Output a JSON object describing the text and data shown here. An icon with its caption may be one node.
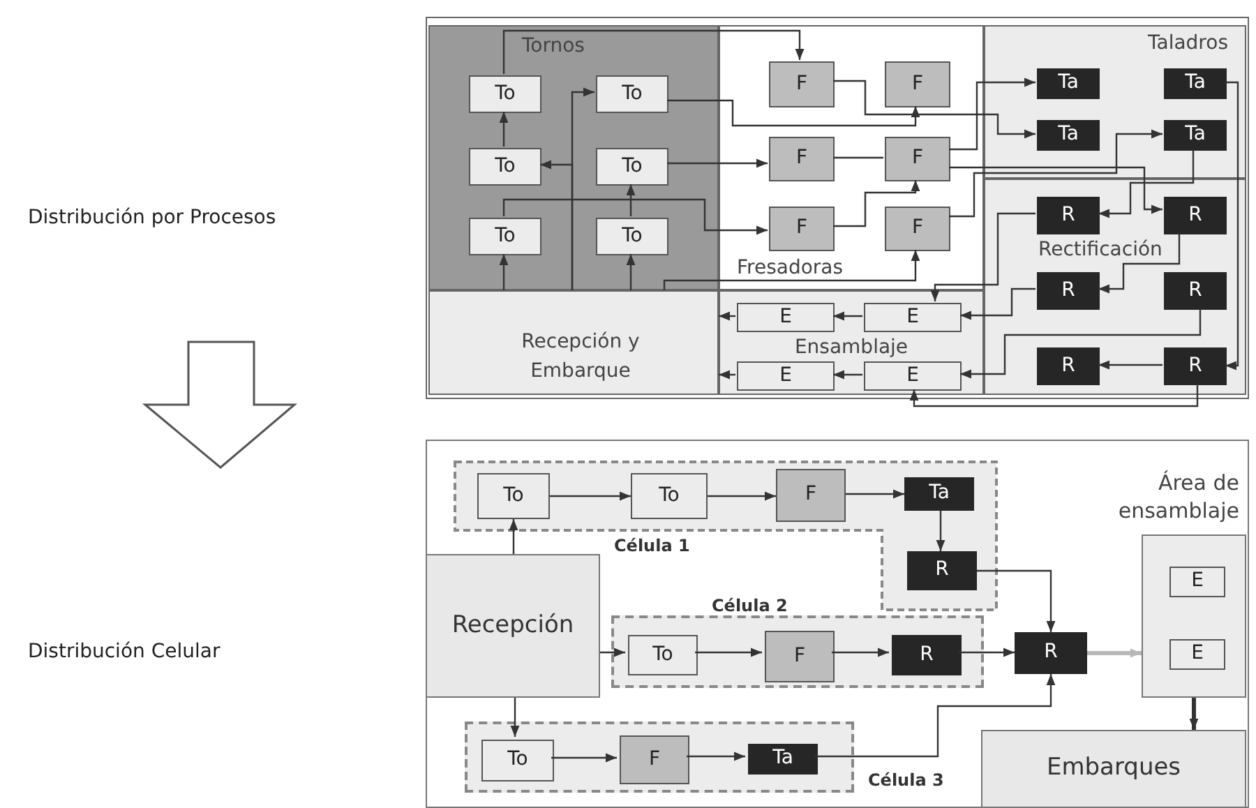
{
  "diagram": {
    "nodes": [
      {
        "text": [
          "Tornos"
        ]
      },
      {
        "text": [
          "To"
        ],
        "in": 0
      },
      {
        "text": [
          "To"
        ],
        "in": 0
      },
      {
        "text": [
          "To"
        ],
        "in": 0
      },
      {
        "text": [
          "To"
        ],
        "in": 0
      },
      {
        "text": [
          "To"
        ],
        "in": 0
      },
      {
        "text": [
          "To"
        ],
        "in": 0
      },
      {
        "text": [
          "Fresadoras"
        ]
      },
      {
        "text": [
          "F"
        ],
        "in": 7
      },
      {
        "text": [
          "F"
        ],
        "in": 7
      },
      {
        "text": [
          "F"
        ],
        "in": 7
      },
      {
        "text": [
          "F"
        ],
        "in": 7
      },
      {
        "text": [
          "F"
        ],
        "in": 7
      },
      {
        "text": [
          "F"
        ],
        "in": 7
      },
      {
        "text": [
          "Taladros"
        ]
      },
      {
        "text": [
          "Ta"
        ],
        "in": 14
      },
      {
        "text": [
          "Ta"
        ],
        "in": 14
      },
      {
        "text": [
          "Ta"
        ],
        "in": 14
      },
      {
        "text": [
          "Ta"
        ],
        "in": 14
      },
      {
        "text": [
          "Recepción y Embarque"
        ]
      },
      {
        "text": [
          "Ensamblaje"
        ]
      },
      {
        "text": [
          "E"
        ],
        "in": 20
      },
      {
        "text": [
          "E"
        ],
        "in": 20
      },
      {
        "text": [
          "E"
        ],
        "in": 20
      },
      {
        "text": [
          "E"
        ],
        "in": 20
      },
      {
        "text": [
          "Rectificación"
        ]
      },
      {
        "text": [
          "R"
        ],
        "in": 25
      },
      {
        "text": [
          "R"
        ],
        "in": 25
      },
      {
        "text": [
          "R"
        ],
        "in": 25
      },
      {
        "text": [
          "R"
        ],
        "in": 25
      },
      {
        "text": [
          "R"
        ],
        "in": 25
      },
      {
        "text": [
          "R"
        ],
        "in": 25
      },
      {
        "text": [
          "Célula 1"
        ]
      },
      {
        "text": [
          "To"
        ],
        "in": 32
      },
      {
        "text": [
          "To"
        ],
        "in": 32
      },
      {
        "text": [
          "F"
        ],
        "in": 32
      },
      {
        "text": [
          "Ta"
        ],
        "in": 32
      },
      {
        "text": [
          "R"
        ],
        "in": 32
      },
      {
        "text": [
          "Recepción"
        ]
      },
      {
        "text": [
          "Célula 2"
        ]
      },
      {
        "text": [
          "To"
        ],
        "in": 39
      },
      {
        "text": [
          "F"
        ],
        "in": 39
      },
      {
        "text": [
          "R"
        ],
        "in": 39
      },
      {
        "text": [
          "R"
        ]
      },
      {
        "text": [
          "Área de ensamblaje"
        ]
      },
      {
        "text": [
          "E"
        ],
        "in": 44
      },
      {
        "text": [
          "E"
        ],
        "in": 44
      },
      {
        "text": [
          "Embarques"
        ]
      },
      {
        "text": [
          "Célula 3"
        ]
      },
      {
        "text": [
          "To"
        ],
        "in": 48
      },
      {
        "text": [
          "F"
        ],
        "in": 48
      },
      {
        "text": [
          "Ta"
        ],
        "in": 48
      }
    ],
    "edges": [
      {
        "from": 1,
        "to": 8,
        "arrow": "to"
      },
      {
        "from": 3,
        "to": 1,
        "arrow": "to"
      },
      {
        "from": 6,
        "to": 4,
        "arrow": "to"
      },
      {
        "from": 19,
        "to": 5,
        "arrow": "to"
      },
      {
        "from": 19,
        "to": 6,
        "arrow": "to"
      },
      {
        "from": 19,
        "to": 2,
        "arrow": "to"
      },
      {
        "from": 19,
        "to": 3,
        "arrow": "to"
      },
      {
        "from": 2,
        "to": 9,
        "arrow": "to"
      },
      {
        "from": 4,
        "to": 10,
        "arrow": "to"
      },
      {
        "from": 5,
        "to": 12,
        "arrow": "to"
      },
      {
        "from": 19,
        "to": 13,
        "arrow": "to"
      },
      {
        "from": 8,
        "to": 17,
        "arrow": "to"
      },
      {
        "from": 11,
        "to": 15,
        "arrow": "to"
      },
      {
        "from": 10,
        "to": 11,
        "arrow": "none"
      },
      {
        "from": 12,
        "to": 11,
        "arrow": "to"
      },
      {
        "from": 11,
        "to": 27,
        "arrow": "to"
      },
      {
        "from": 13,
        "to": 18,
        "arrow": "to"
      },
      {
        "from": 18,
        "to": 26,
        "arrow": "to"
      },
      {
        "from": 27,
        "to": 28,
        "arrow": "to"
      },
      {
        "from": 26,
        "to": 22,
        "arrow": "to"
      },
      {
        "from": 28,
        "to": 22,
        "arrow": "to"
      },
      {
        "from": 29,
        "to": 24,
        "arrow": "to"
      },
      {
        "from": 31,
        "to": 30,
        "arrow": "to"
      },
      {
        "from": 16,
        "to": 31,
        "arrow": "to"
      },
      {
        "from": 31,
        "to": 24,
        "arrow": "to"
      },
      {
        "from": 22,
        "to": 21,
        "arrow": "to"
      },
      {
        "from": 24,
        "to": 23,
        "arrow": "to"
      },
      {
        "from": 21,
        "to": 19,
        "arrow": "to"
      },
      {
        "from": 23,
        "to": 19,
        "arrow": "to"
      },
      {
        "from": 38,
        "to": 33,
        "arrow": "to"
      },
      {
        "from": 38,
        "to": 40,
        "arrow": "to"
      },
      {
        "from": 38,
        "to": 49,
        "arrow": "to"
      },
      {
        "from": 33,
        "to": 34,
        "arrow": "to"
      },
      {
        "from": 34,
        "to": 35,
        "arrow": "to"
      },
      {
        "from": 35,
        "to": 36,
        "arrow": "to"
      },
      {
        "from": 36,
        "to": 37,
        "arrow": "to"
      },
      {
        "from": 37,
        "to": 43,
        "arrow": "to"
      },
      {
        "from": 40,
        "to": 41,
        "arrow": "to"
      },
      {
        "from": 41,
        "to": 42,
        "arrow": "to"
      },
      {
        "from": 42,
        "to": 43,
        "arrow": "to"
      },
      {
        "from": 49,
        "to": 50,
        "arrow": "to"
      },
      {
        "from": 50,
        "to": 51,
        "arrow": "to"
      },
      {
        "from": 51,
        "to": 43,
        "arrow": "to"
      },
      {
        "from": 43,
        "to": 44,
        "arrow": "to",
        "color": "#b8b8b8",
        "style": "thick"
      },
      {
        "from": 44,
        "to": 47,
        "arrow": "to",
        "style": "thick"
      }
    ],
    "labels": [
      "Distribución por Procesos",
      "Distribución Celular"
    ]
  }
}
